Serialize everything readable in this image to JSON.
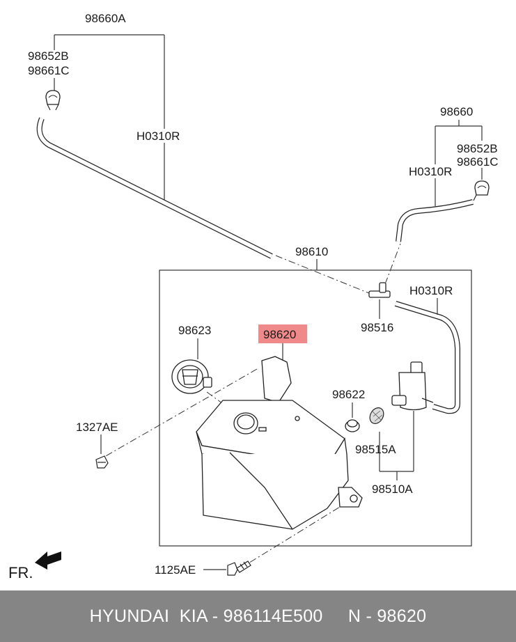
{
  "labels": {
    "part_98660A": "98660A",
    "part_98652B_left": "98652B",
    "part_98661C_left": "98661C",
    "part_H0310R_left": "H0310R",
    "part_98660": "98660",
    "part_98652B_right": "98652B",
    "part_98661C_right": "98661C",
    "part_H0310R_right_top": "H0310R",
    "part_98610": "98610",
    "part_H0310R_box": "H0310R",
    "part_98516": "98516",
    "part_98623": "98623",
    "part_98620": "98620",
    "part_98622": "98622",
    "part_1327AE": "1327AE",
    "part_98515A": "98515A",
    "part_98510A": "98510A",
    "part_1125AE": "1125AE",
    "front_marker": "FR."
  },
  "highlight_color": "#f08a8a",
  "footer": {
    "text": "HYUNDAI  KIA - 986114E500     N - 98620",
    "background": "#858585"
  }
}
